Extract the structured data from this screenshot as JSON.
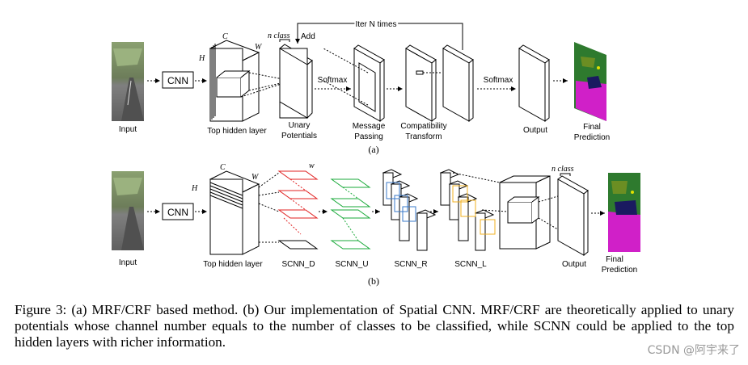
{
  "figure": {
    "a": {
      "input_label": "Input",
      "cnn_label": "CNN",
      "dim_c": "C",
      "dim_w": "W",
      "dim_h": "H",
      "top_hidden_label": "Top hidden layer",
      "n_class_label": "n class",
      "add_label": "Add",
      "iter_label": "Iter N times",
      "softmax1": "Softmax",
      "unary_line1": "Unary",
      "unary_line2": "Potentials",
      "message_line1": "Message",
      "message_line2": "Passing",
      "compat_line1": "Compatibility",
      "compat_line2": "Transform",
      "softmax2": "Softmax",
      "output_label": "Output",
      "final_line1": "Final",
      "final_line2": "Prediction",
      "sub_label": "(a)"
    },
    "b": {
      "input_label": "Input",
      "cnn_label": "CNN",
      "dim_c": "C",
      "dim_w": "W",
      "dim_h": "H",
      "dim_w_small": "w",
      "top_hidden_label": "Top hidden layer",
      "scnn_d": "SCNN_D",
      "scnn_u": "SCNN_U",
      "scnn_r": "SCNN_R",
      "scnn_l": "SCNN_L",
      "n_class_label": "n class",
      "output_label": "Output",
      "final_line1": "Final",
      "final_line2": "Prediction",
      "sub_label": "(b)"
    }
  },
  "caption": "Figure 3: (a) MRF/CRF based method. (b) Our implementation of Spatial CNN. MRF/CRF are theoretically applied to unary potentials whose channel number equals to the number of classes to be classified, while SCNN could be applied to the top hidden layers with richer information.",
  "watermark": "CSDN @阿宇来了",
  "colors": {
    "scnn_d_red": "#e02020",
    "scnn_u_green": "#1aaa3a",
    "scnn_r_blue": "#3a78c8",
    "scnn_l_orange": "#f0b020",
    "prediction_magenta": "#d020c8"
  }
}
